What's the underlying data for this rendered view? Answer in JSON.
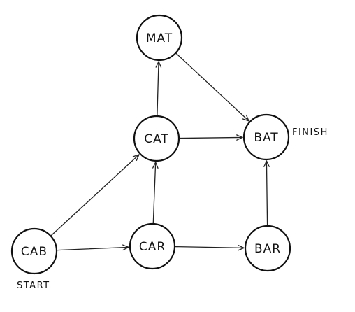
{
  "graph": {
    "nodes": [
      {
        "id": "mat",
        "label": "MAT"
      },
      {
        "id": "cat",
        "label": "CAT"
      },
      {
        "id": "bat",
        "label": "BAT"
      },
      {
        "id": "cab",
        "label": "CAB"
      },
      {
        "id": "car",
        "label": "CAR"
      },
      {
        "id": "bar",
        "label": "BAR"
      }
    ],
    "edges": [
      {
        "from": "cab",
        "to": "cat"
      },
      {
        "from": "cab",
        "to": "car"
      },
      {
        "from": "car",
        "to": "cat"
      },
      {
        "from": "car",
        "to": "bar"
      },
      {
        "from": "cat",
        "to": "mat"
      },
      {
        "from": "cat",
        "to": "bat"
      },
      {
        "from": "mat",
        "to": "bat"
      },
      {
        "from": "bar",
        "to": "bat"
      }
    ],
    "start_label": "START",
    "finish_label": "FINISH"
  }
}
